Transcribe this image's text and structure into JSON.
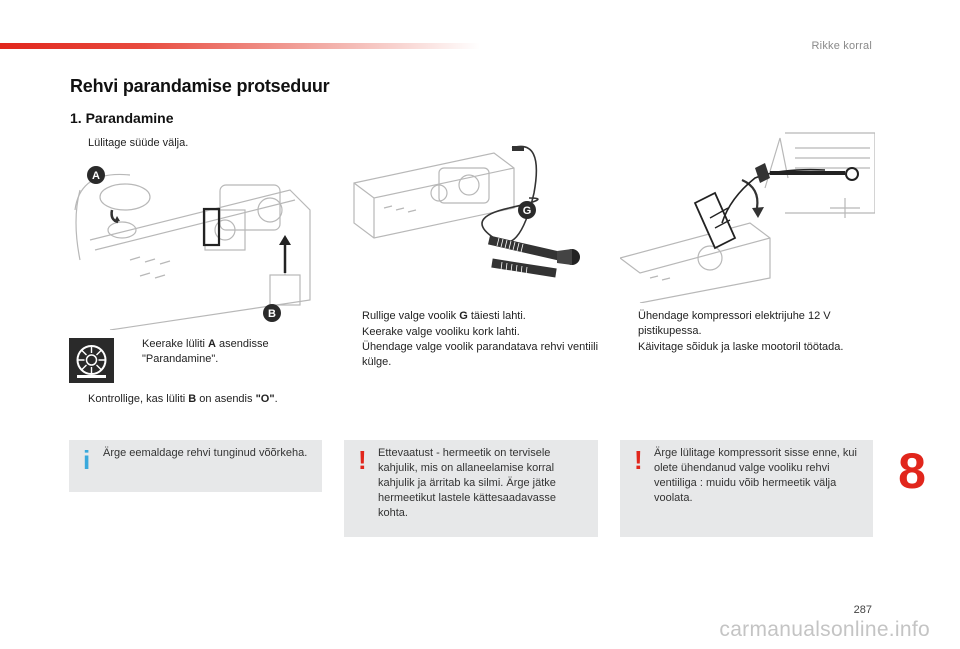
{
  "header": {
    "section": "Rikke korral",
    "page_title": "Rehvi parandamise protseduur",
    "subtitle": "1. Parandamine"
  },
  "bullet_mark": "",
  "col1": {
    "b1": "Lülitage süüde välja.",
    "callouts": {
      "a": "A",
      "b": "B"
    },
    "b2_pre": "Keerake lüliti ",
    "b2_bold": "A",
    "b2_post": " asendisse \"Parandamine\".",
    "b3_pre": "Kontrollige, kas lüliti ",
    "b3_bold": "B",
    "b3_mid": " on asendis ",
    "b3_bold2": "\"O\"",
    "b3_post": "."
  },
  "col2": {
    "callout_g": "G",
    "b1_pre": "Rullige valge voolik ",
    "b1_bold": "G",
    "b1_post": " täiesti lahti.",
    "b2": "Keerake valge vooliku kork lahti.",
    "b3": "Ühendage valge voolik parandatava rehvi ventiili külge."
  },
  "col3": {
    "b1": "Ühendage kompressori elektrijuhe 12 V pistikupessa.",
    "b2": "Käivitage sõiduk ja laske mootoril töötada."
  },
  "chapter_number": "8",
  "notes": {
    "info": {
      "symbol": "i",
      "text": "Ärge eemaldage rehvi tunginud võõrkeha."
    },
    "warning1": {
      "symbol": "!",
      "text": "Ettevaatust - hermeetik on tervisele kahjulik, mis on allaneelamise korral kahjulik ja ärritab ka silmi. Ärge jätke hermeetikut lastele kättesaadavasse kohta."
    },
    "warning2": {
      "symbol": "!",
      "text": "Ärge lülitage kompressorit sisse enne, kui olete ühendanud valge vooliku rehvi ventiiliga : muidu võib hermeetik välja voolata."
    }
  },
  "footer": {
    "page_number": "287",
    "watermark": "carmanualsonline.info"
  },
  "colors": {
    "accent": "#e1261c",
    "info_blue": "#3aa9dc",
    "note_bg": "#e7e8e9"
  }
}
